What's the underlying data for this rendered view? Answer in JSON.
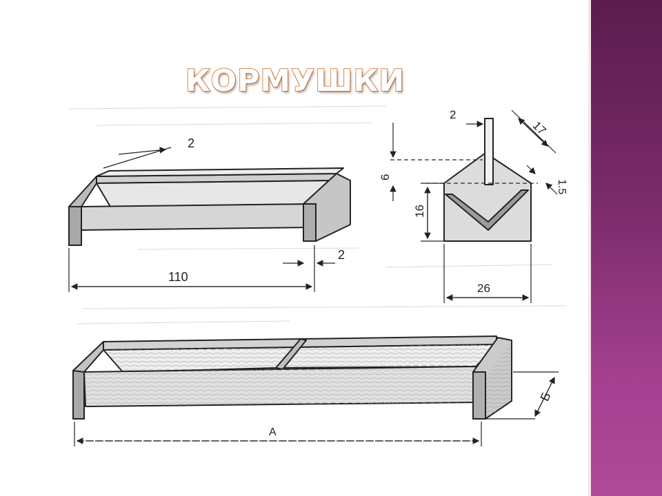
{
  "slide": {
    "title": "КОРМУШКИ",
    "accent_color": "#a23f8e",
    "title_outline_color": "#d98a52"
  },
  "drawing_labels": {
    "top_lip_width": "2",
    "top_length": "110",
    "top_end_thickness": "2",
    "section_top_gap": "2",
    "section_slant": "17",
    "section_board": "1.5",
    "section_upper_height": "6",
    "section_lower_height": "16",
    "section_width": "26",
    "bottom_width": "Б",
    "bottom_length": "А"
  }
}
